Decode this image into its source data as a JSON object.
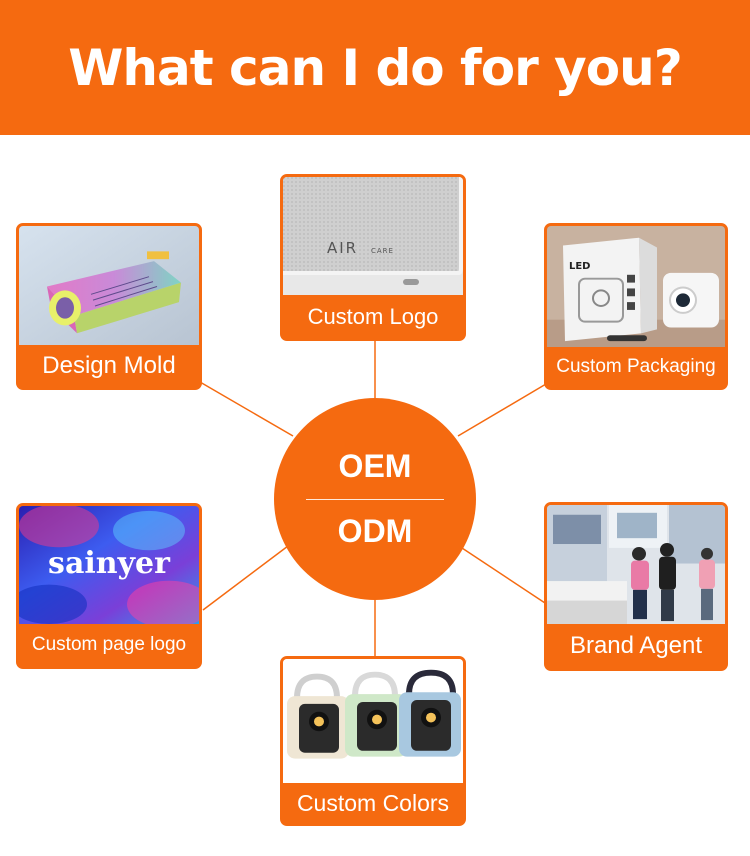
{
  "header": {
    "title": "What can I do for you?"
  },
  "hub": {
    "top_label": "OEM",
    "bottom_label": "ODM"
  },
  "services": {
    "design_mold": {
      "label": "Design Mold"
    },
    "custom_logo": {
      "label": "Custom Logo",
      "logo_text": "AIR",
      "logo_suffix": "CARE"
    },
    "custom_packaging": {
      "label": "Custom Packaging",
      "box_text": "LED"
    },
    "custom_page_logo": {
      "label": "Custom page logo",
      "brand_text": "sainyer"
    },
    "brand_agent": {
      "label": "Brand Agent"
    },
    "custom_colors": {
      "label": "Custom Colors"
    }
  },
  "colors": {
    "accent": "#f56a10",
    "background": "#ffffff",
    "text_on_accent": "#ffffff"
  }
}
